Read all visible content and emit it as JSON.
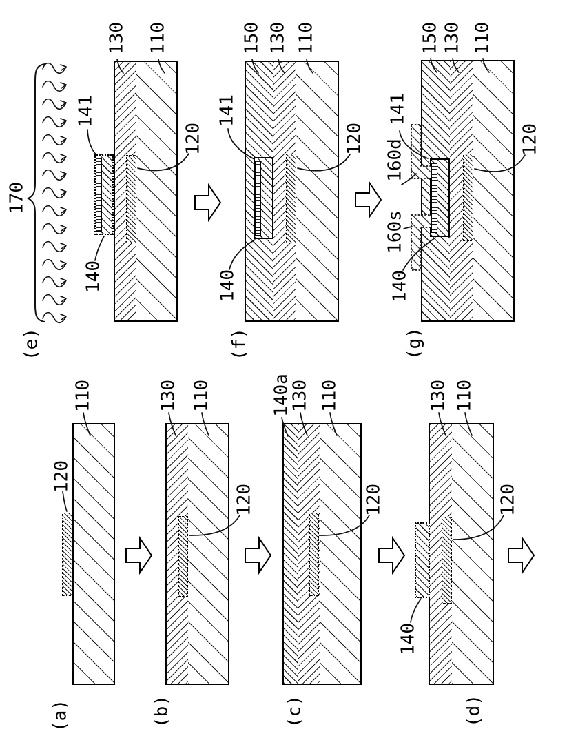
{
  "figure": {
    "kind": "patent-process-flow-cross-sections",
    "panel_order": [
      "a",
      "b",
      "c",
      "d",
      "e",
      "f",
      "g"
    ]
  },
  "colors": {
    "ink": "#000000",
    "paper": "#ffffff"
  },
  "icons": {
    "step_arrow": "hollow-right-block-arrow",
    "irradiation_arrow": "wavy-right-arrow",
    "group_brace": "curly-brace"
  },
  "panels": {
    "a": {
      "tag": "(a)",
      "refs": {
        "r110": "110",
        "r120": "120"
      }
    },
    "b": {
      "tag": "(b)",
      "refs": {
        "r130": "130",
        "r110": "110",
        "r120": "120"
      }
    },
    "c": {
      "tag": "(c)",
      "refs": {
        "r140a": "140a",
        "r130": "130",
        "r110": "110",
        "r120": "120"
      }
    },
    "d": {
      "tag": "(d)",
      "refs": {
        "r130": "130",
        "r110": "110",
        "r120": "120",
        "r140": "140"
      }
    },
    "e": {
      "tag": "(e)",
      "refs": {
        "r170": "170",
        "r141": "141",
        "r130": "130",
        "r110": "110",
        "r120": "120",
        "r140": "140"
      }
    },
    "f": {
      "tag": "(f)",
      "refs": {
        "r150": "150",
        "r141": "141",
        "r130": "130",
        "r110": "110",
        "r120": "120",
        "r140": "140"
      }
    },
    "g": {
      "tag": "(g)",
      "refs": {
        "r150": "150",
        "r141": "141",
        "r130": "130",
        "r110": "110",
        "r120": "120",
        "r140": "140",
        "r160d": "160d",
        "r160s": "160s"
      }
    }
  }
}
